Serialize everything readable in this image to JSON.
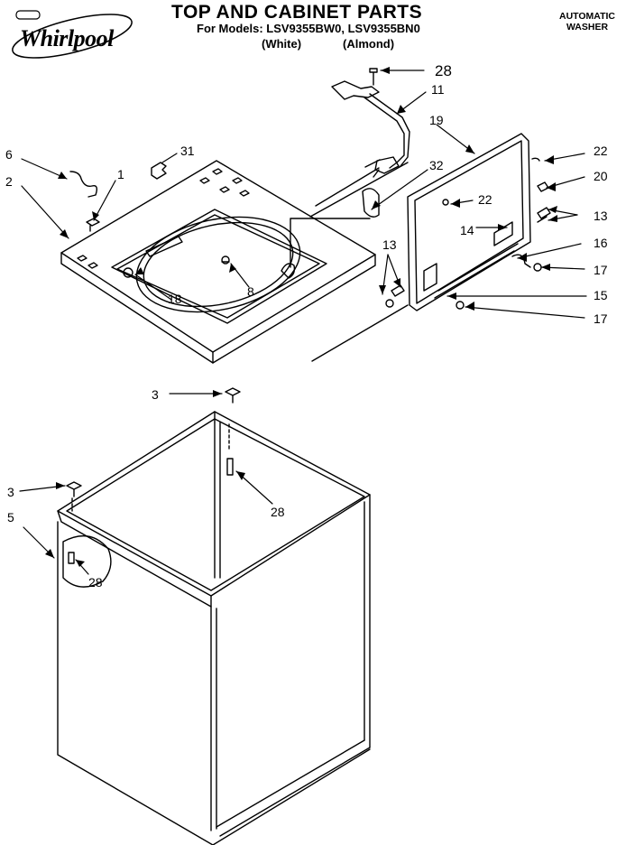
{
  "header": {
    "brand": "Whirlpool",
    "title": "TOP AND CABINET PARTS",
    "models": "For Models: LSV9355BW0, LSV9355BN0",
    "color_white": "(White)",
    "color_almond": "(Almond)",
    "product": "AUTOMATIC WASHER"
  },
  "callouts": [
    {
      "id": "c6",
      "label": "6"
    },
    {
      "id": "c2",
      "label": "2"
    },
    {
      "id": "c1",
      "label": "1"
    },
    {
      "id": "c31",
      "label": "31"
    },
    {
      "id": "c18",
      "label": "18"
    },
    {
      "id": "c8",
      "label": "8"
    },
    {
      "id": "c32",
      "label": "32"
    },
    {
      "id": "c28a",
      "label": "28"
    },
    {
      "id": "c11",
      "label": "11"
    },
    {
      "id": "c19",
      "label": "19"
    },
    {
      "id": "c22a",
      "label": "22"
    },
    {
      "id": "c20",
      "label": "20"
    },
    {
      "id": "c22b",
      "label": "22"
    },
    {
      "id": "c14",
      "label": "14"
    },
    {
      "id": "c13a",
      "label": "13"
    },
    {
      "id": "c13b",
      "label": "13"
    },
    {
      "id": "c16",
      "label": "16"
    },
    {
      "id": "c17a",
      "label": "17"
    },
    {
      "id": "c15",
      "label": "15"
    },
    {
      "id": "c17b",
      "label": "17"
    },
    {
      "id": "c3a",
      "label": "3"
    },
    {
      "id": "c28b",
      "label": "28"
    },
    {
      "id": "c3b",
      "label": "3"
    },
    {
      "id": "c5",
      "label": "5"
    },
    {
      "id": "c28c",
      "label": "28"
    }
  ]
}
